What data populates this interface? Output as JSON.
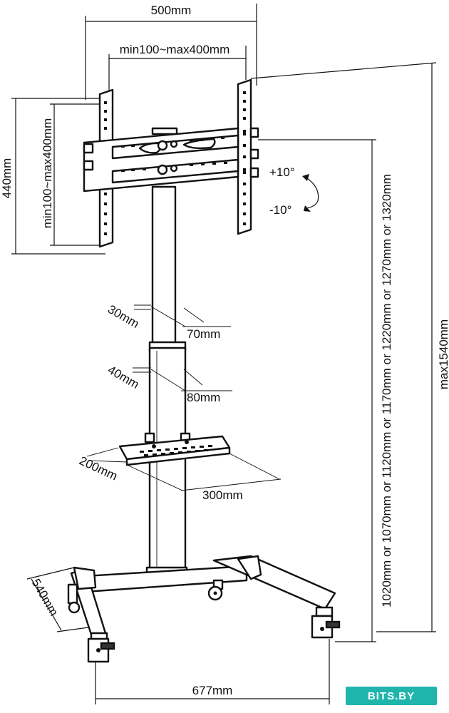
{
  "dimensions": {
    "width_total": "500mm",
    "width_vesa": "min100~max400mm",
    "height_total": "440mm",
    "height_vesa": "min100~max400mm",
    "tilt_up": "+10°",
    "tilt_down": "-10°",
    "pole_small_a": "30mm",
    "pole_small_b": "70mm",
    "pole_large_a": "40mm",
    "pole_large_b": "80mm",
    "shelf_depth": "200mm",
    "shelf_width": "300mm",
    "base_depth": "540mm",
    "base_width": "677mm",
    "height_options": "1020mm or 1070mm or 1120mm or 1170mm or 1220mm or 1270mm or 1320mm",
    "height_max": "max1540mm"
  },
  "watermark": "BITS.BY"
}
